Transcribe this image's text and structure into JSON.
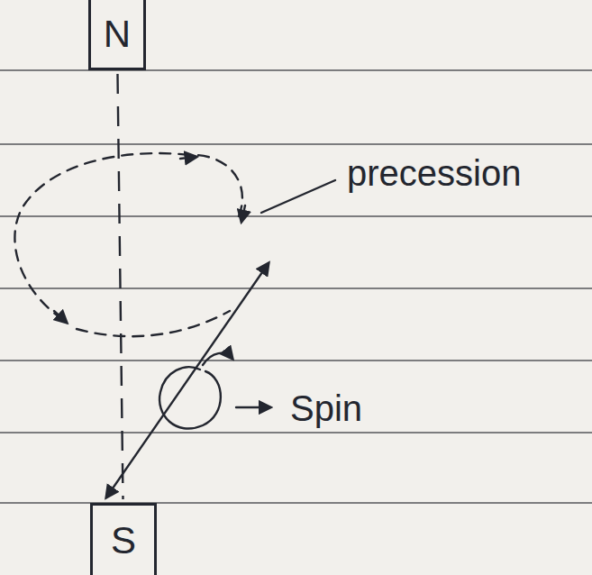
{
  "diagram": {
    "nodes": [
      {
        "text": [
          "N"
        ]
      },
      {
        "text": [
          "S"
        ]
      }
    ],
    "edges": [
      {
        "from": 0,
        "to": 1,
        "arrow": "none"
      }
    ],
    "labels": [
      "precession",
      "Spin"
    ]
  }
}
